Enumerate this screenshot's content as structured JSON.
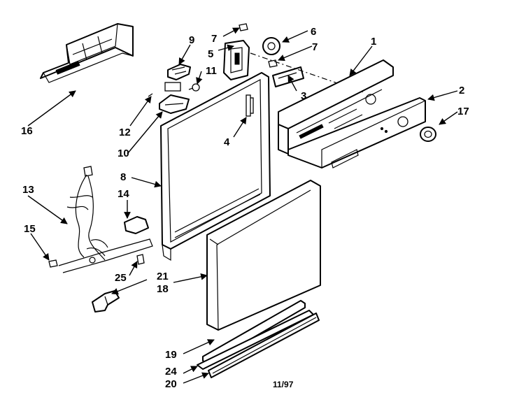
{
  "figure": {
    "callouts": {
      "c1": "1",
      "c2": "2",
      "c3": "3",
      "c4": "4",
      "c5": "5",
      "c6": "6",
      "c7a": "7",
      "c7b": "7",
      "c8": "8",
      "c9": "9",
      "c10": "10",
      "c11": "11",
      "c12": "12",
      "c13": "13",
      "c14": "14",
      "c15": "15",
      "c16": "16",
      "c17": "17",
      "c18": "18",
      "c19": "19",
      "c20": "20",
      "c21": "21",
      "c24": "24",
      "c25": "25"
    },
    "date_code": "11/97"
  }
}
